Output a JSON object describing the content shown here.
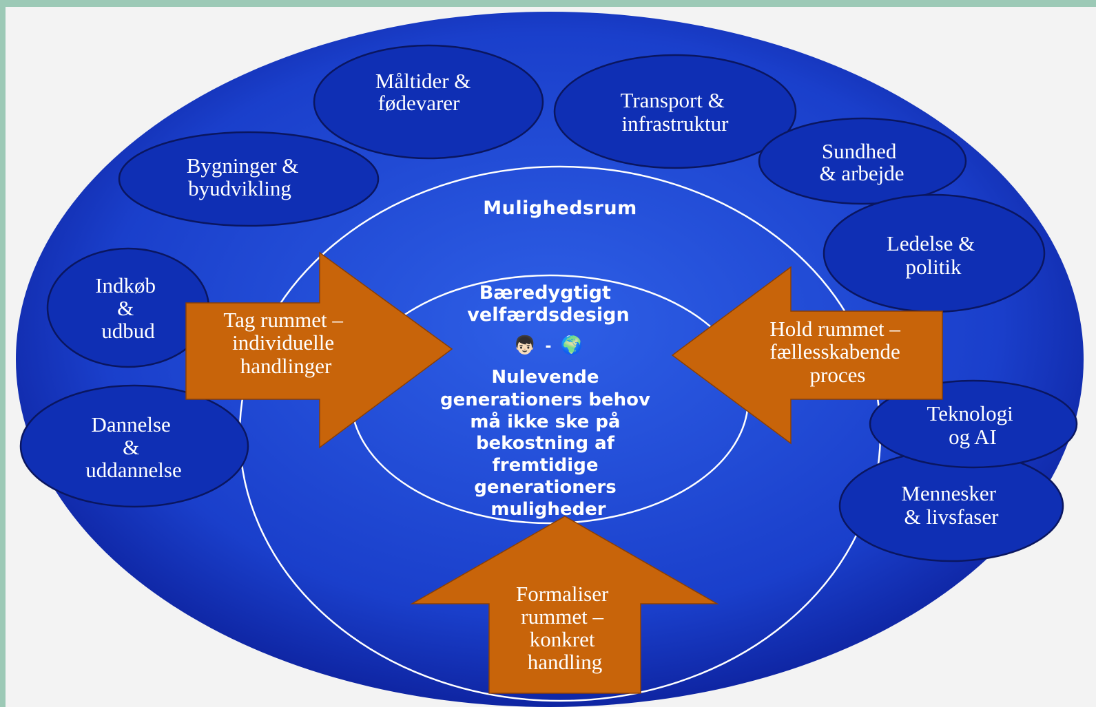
{
  "colors": {
    "frame": "#9cc9b6",
    "background": "#f3f3f3",
    "outer_ellipse_light": "#2f5ce0",
    "outer_ellipse_dark": "#0b1f9a",
    "bubble_fill": "#0f2fb4",
    "arrow_fill": "#c8640a",
    "text": "#ffffff"
  },
  "topic_bubbles": [
    {
      "id": "bubble-maaltider",
      "lines": [
        "Måltider &",
        "fødevarer"
      ]
    },
    {
      "id": "bubble-transport",
      "lines": [
        "Transport &",
        "infrastruktur"
      ]
    },
    {
      "id": "bubble-bygninger",
      "lines": [
        "Bygninger &",
        "byudvikling"
      ]
    },
    {
      "id": "bubble-sundhed",
      "lines": [
        "Sundhed",
        "& arbejde"
      ]
    },
    {
      "id": "bubble-ledelse",
      "lines": [
        "Ledelse &",
        "politik"
      ]
    },
    {
      "id": "bubble-indkoeb",
      "lines": [
        "Indkøb",
        "&",
        "udbud"
      ]
    },
    {
      "id": "bubble-dannelse",
      "lines": [
        "Dannelse",
        "&",
        "uddannelse"
      ]
    },
    {
      "id": "bubble-teknologi",
      "lines": [
        "Teknologi",
        "og AI"
      ]
    },
    {
      "id": "bubble-mennesker",
      "lines": [
        "Mennesker",
        "& livsfaser"
      ]
    }
  ],
  "middle_ring_label": "Mulighedsrum",
  "center": {
    "title_lines": [
      "Bæredygtigt",
      "velfærdsdesign"
    ],
    "emoji_person": "👦🏻",
    "emoji_separator": "-",
    "emoji_globe": "🌍",
    "body_lines": [
      "Nulevende",
      "generationers behov",
      "må ikke ske på",
      "bekostning af",
      "fremtidige",
      "generationers",
      "muligheder"
    ]
  },
  "arrows": [
    {
      "id": "arrow-tag-rummet",
      "lines": [
        "Tag rummet –",
        "individuelle",
        "handlinger"
      ]
    },
    {
      "id": "arrow-hold-rummet",
      "lines": [
        "Hold rummet –",
        "fællesskabende",
        "proces"
      ]
    },
    {
      "id": "arrow-formaliser-rummet",
      "lines": [
        "Formaliser",
        "rummet –",
        "konkret",
        "handling"
      ]
    }
  ]
}
